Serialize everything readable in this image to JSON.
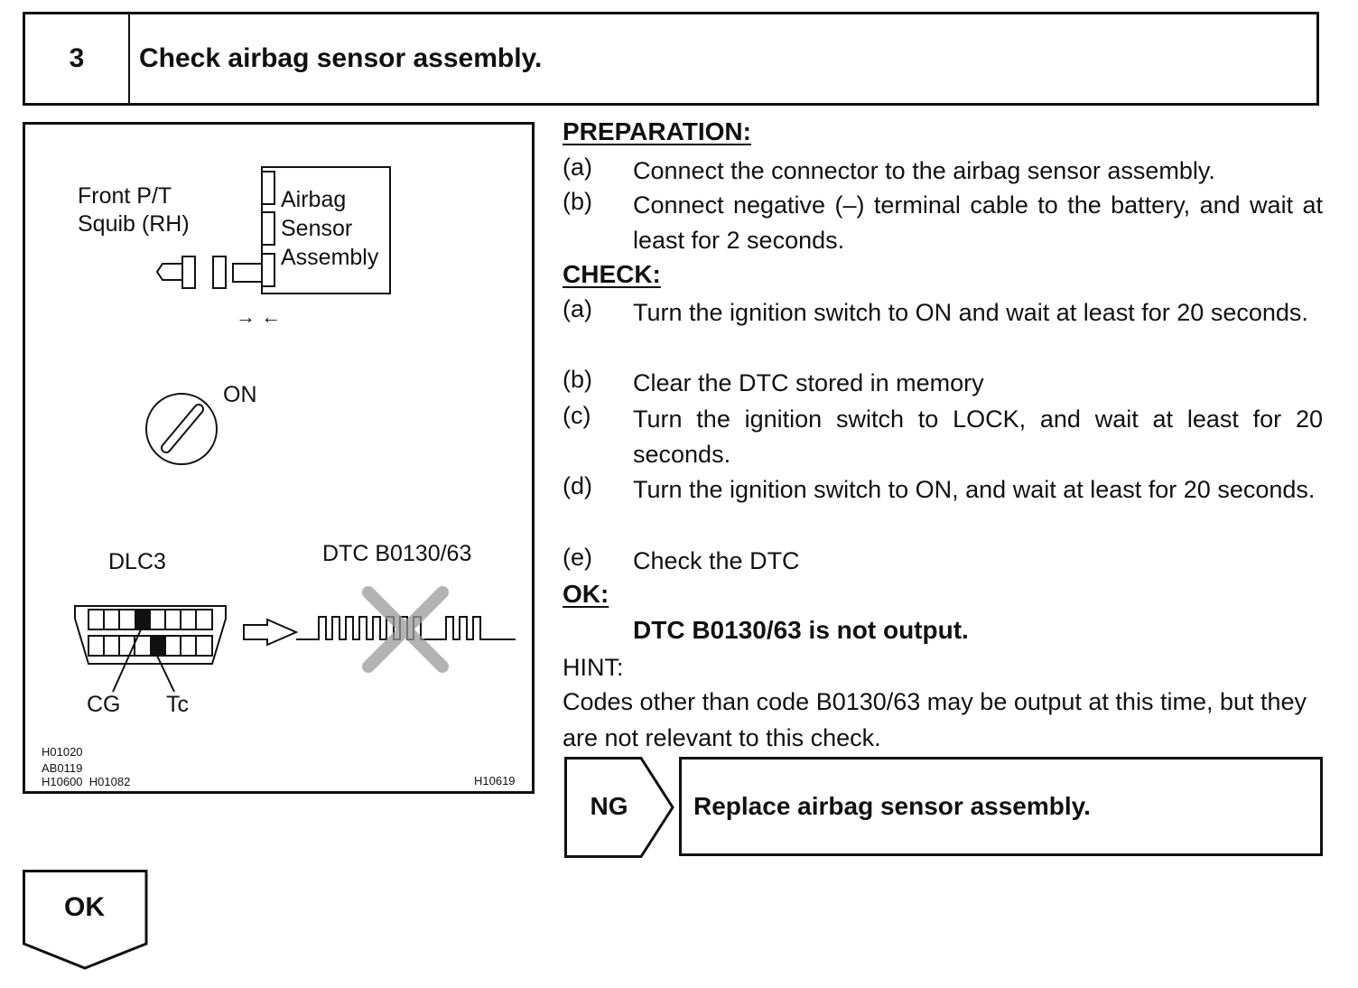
{
  "step": {
    "number": "3",
    "title": "Check airbag sensor assembly."
  },
  "figure": {
    "squib_label_1": "Front P/T",
    "squib_label_2": "Squib (RH)",
    "sensor_label_1": "Airbag",
    "sensor_label_2": "Sensor",
    "sensor_label_3": "Assembly",
    "connect_arrows": "→ ←",
    "ignition_label": "ON",
    "dlc_label": "DLC3",
    "dtc_label": "DTC B0130/63",
    "pin_cg": "CG",
    "pin_tc": "Tc",
    "ref_codes": [
      "H01020",
      "AB0119",
      "H10600  H01082"
    ],
    "ref_main": "H10619"
  },
  "preparation": {
    "heading": "PREPARATION:",
    "items": [
      {
        "label": "(a)",
        "text": "Connect the connector to the airbag sensor assembly."
      },
      {
        "label": "(b)",
        "text": "Connect negative (–) terminal cable to the battery, and wait at least for 2 seconds."
      }
    ]
  },
  "check": {
    "heading": "CHECK:",
    "items": [
      {
        "label": "(a)",
        "text": "Turn the ignition switch to ON and wait at least for 20 seconds."
      },
      {
        "label": "(b)",
        "text": "Clear the DTC stored in memory"
      },
      {
        "label": "(c)",
        "text": "Turn the ignition switch to LOCK, and wait at least for 20 seconds."
      },
      {
        "label": "(d)",
        "text": "Turn the ignition switch to ON, and wait at least for 20 seconds."
      },
      {
        "label": "(e)",
        "text": "Check the DTC"
      }
    ]
  },
  "ok": {
    "heading": "OK:",
    "result": "DTC B0130/63 is not output."
  },
  "hint": {
    "heading": "HINT:",
    "text": "Codes other than code B0130/63 may be output at this time, but they are not relevant to this check."
  },
  "ng": {
    "label": "NG",
    "action": "Replace airbag sensor assembly."
  },
  "ok_flow": {
    "label": "OK"
  }
}
